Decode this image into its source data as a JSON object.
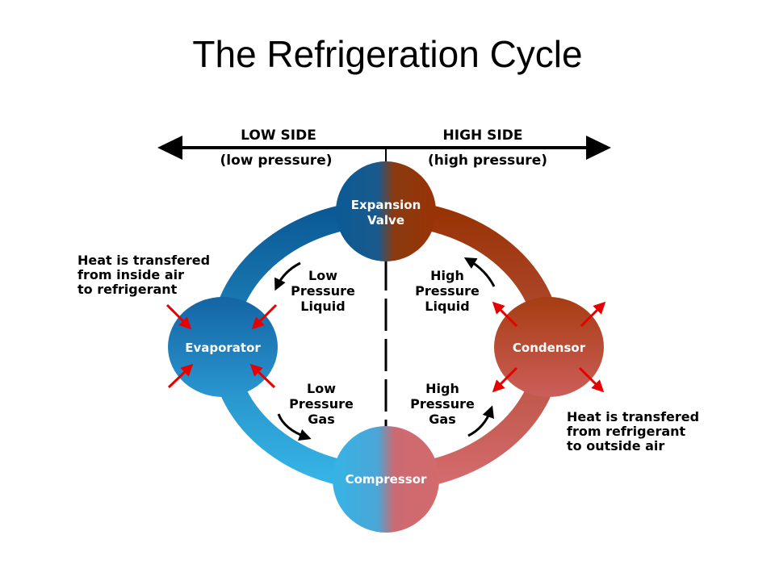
{
  "slide": {
    "title": "The Refrigeration Cycle"
  },
  "sides": {
    "low": {
      "label": "LOW SIDE",
      "sublabel": "(low pressure)"
    },
    "high": {
      "label": "HIGH SIDE",
      "sublabel": "(high pressure)"
    }
  },
  "components": {
    "expansion_valve": [
      "Expansion",
      "Valve"
    ],
    "evaporator": "Evaporator",
    "condensor": "Condensor",
    "compressor": "Compressor"
  },
  "states": {
    "low_liquid": [
      "Low",
      "Pressure",
      "Liquid"
    ],
    "high_liquid": [
      "High",
      "Pressure",
      "Liquid"
    ],
    "low_gas": [
      "Low",
      "Pressure",
      "Gas"
    ],
    "high_gas": [
      "High",
      "Pressure",
      "Gas"
    ]
  },
  "notes": {
    "inside": [
      "Heat is transfered",
      "from inside air",
      "to refrigerant"
    ],
    "outside": [
      "Heat is transfered",
      "from refrigerant",
      "to outside air"
    ]
  },
  "colors": {
    "low_side_dark": "#0b5a96",
    "low_side_light": "#36b3e6",
    "high_side_dark": "#993306",
    "high_side_light": "#d36a6c",
    "heat_arrow": "#e60000"
  }
}
